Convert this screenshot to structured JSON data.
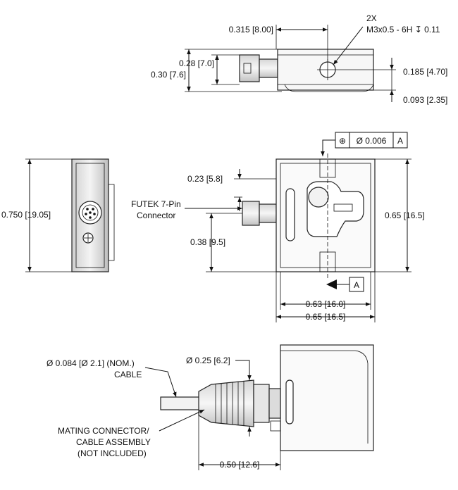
{
  "top_view": {
    "dim_width": "0.315 [8.00]",
    "thread_count": "2X",
    "thread_spec": "M3x0.5 - 6H ↧ 0.11",
    "dim_h_inner": "0.28 [7.0]",
    "dim_h_outer": "0.30 [7.6]",
    "dim_hole_pos": "0.185 [4.70]",
    "dim_hole_off": "0.093 [2.35]"
  },
  "side_view": {
    "dim_height": "0.750 [19.05]"
  },
  "front_view": {
    "tolerance_symbol": "⊕",
    "tolerance_value": "Ø 0.006",
    "tolerance_datum": "A",
    "dim_connector_height": "0.23 [5.8]",
    "connector_label_line1": "FUTEK 7-Pin",
    "connector_label_line2": "Connector",
    "dim_connector_pos": "0.38 [9.5]",
    "dim_height": "0.65 [16.5]",
    "datum_label": "A",
    "dim_width_inner": "0.63 [16.0]",
    "dim_width_outer": "0.65 [16.5]"
  },
  "bottom_view": {
    "cable_dim_line1": "Ø 0.084 [Ø 2.1] (NOM.)",
    "cable_dim_line2": "CABLE",
    "connector_dia": "Ø 0.25 [6.2]",
    "mating_line1": "MATING CONNECTOR/",
    "mating_line2": "CABLE ASSEMBLY",
    "mating_line3": "(NOT INCLUDED)",
    "dim_length": "0.50 [12.6]"
  }
}
